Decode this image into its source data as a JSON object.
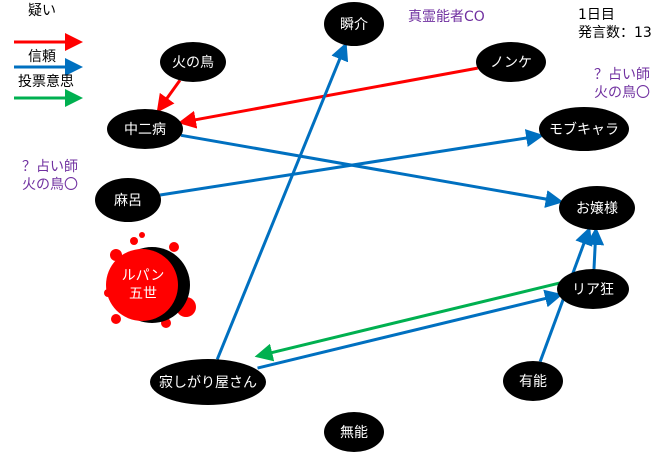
{
  "legend": [
    {
      "label": "疑い",
      "color": "#ff0000"
    },
    {
      "label": "信頼",
      "color": "#0070c0"
    },
    {
      "label": "投票意思",
      "color": "#00b050"
    }
  ],
  "header": {
    "day": "1日目",
    "count": "発言数：13",
    "medium_co": "真霊能者CO"
  },
  "notes": {
    "right": [
      "？占い師",
      "火の鳥〇"
    ],
    "left": [
      "？占い師",
      "火の鳥〇"
    ]
  },
  "nodes": [
    {
      "id": "shunsuke",
      "label": "瞬介"
    },
    {
      "id": "hinotori",
      "label": "火の鳥"
    },
    {
      "id": "nonke",
      "label": "ノンケ"
    },
    {
      "id": "chuni",
      "label": "中二病"
    },
    {
      "id": "mob",
      "label": "モブキャラ"
    },
    {
      "id": "maro",
      "label": "麻呂"
    },
    {
      "id": "ojou",
      "label": "お嬢様"
    },
    {
      "id": "lupin",
      "label": "ルパン五世",
      "dead": true
    },
    {
      "id": "riakyo",
      "label": "リア狂"
    },
    {
      "id": "sabishi",
      "label": "寂しがり屋さん"
    },
    {
      "id": "yuno",
      "label": "有能"
    },
    {
      "id": "muno",
      "label": "無能"
    }
  ],
  "edges": [
    {
      "from": "hinotori",
      "to": "chuni",
      "type": "疑い"
    },
    {
      "from": "nonke",
      "to": "chuni",
      "type": "疑い"
    },
    {
      "from": "chuni",
      "to": "ojou",
      "type": "信頼"
    },
    {
      "from": "maro",
      "to": "mob",
      "type": "信頼"
    },
    {
      "from": "sabishi",
      "to": "shunsuke",
      "type": "信頼"
    },
    {
      "from": "sabishi",
      "to": "riakyo",
      "type": "信頼"
    },
    {
      "from": "yuno",
      "to": "ojou",
      "type": "信頼"
    },
    {
      "from": "riakyo",
      "to": "ojou",
      "type": "信頼"
    },
    {
      "from": "riakyo",
      "to": "sabishi",
      "type": "投票意思"
    }
  ]
}
